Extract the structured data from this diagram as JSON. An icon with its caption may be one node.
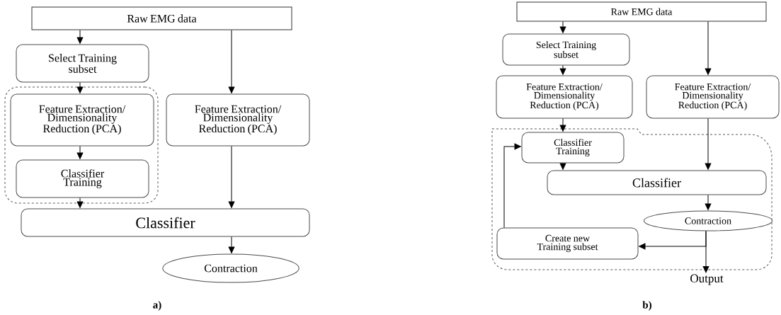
{
  "diagram": {
    "nodes": [
      {
        "text": [
          "Raw EMG data"
        ]
      },
      {
        "text": [
          "Select Training subset"
        ]
      },
      {
        "text": [],
        "shape": "box"
      },
      {
        "text": [
          "Feature Extraction/ Dimensionality Reduction (PCA)"
        ],
        "in": 2
      },
      {
        "text": [
          "Classifier Training"
        ],
        "in": 2
      },
      {
        "text": [
          "Feature Extraction/ Dimensionality Reduction (PCA)"
        ]
      },
      {
        "text": [
          "Classifier"
        ]
      },
      {
        "text": [
          "Contraction"
        ]
      },
      {
        "text": [
          "Raw EMG data"
        ]
      },
      {
        "text": [
          "Select Training subset"
        ]
      },
      {
        "text": [
          "Feature Extraction/ Dimensionality Reduction (PCA)"
        ]
      },
      {
        "text": [
          "Feature Extraction/ Dimensionality Reduction (PCA)"
        ]
      },
      {
        "text": [],
        "shape": "box"
      },
      {
        "text": [
          "Classifier Training"
        ],
        "in": 12
      },
      {
        "text": [
          "Classifier"
        ],
        "in": 12
      },
      {
        "text": [
          "Contraction"
        ],
        "in": 12
      },
      {
        "text": [
          "Create new Training subset"
        ],
        "in": 12
      },
      {
        "text": [
          "Output"
        ]
      }
    ],
    "edges": [
      {
        "from": 0,
        "to": 1,
        "arrow": "to"
      },
      {
        "from": 0,
        "to": 5,
        "arrow": "to"
      },
      {
        "from": 1,
        "to": 3,
        "arrow": "to"
      },
      {
        "from": 3,
        "to": 4,
        "arrow": "to"
      },
      {
        "from": 4,
        "to": 6,
        "arrow": "to"
      },
      {
        "from": 5,
        "to": 6,
        "arrow": "to"
      },
      {
        "from": 6,
        "to": 7,
        "arrow": "to"
      },
      {
        "from": 8,
        "to": 9,
        "arrow": "to"
      },
      {
        "from": 8,
        "to": 11,
        "arrow": "to"
      },
      {
        "from": 9,
        "to": 10,
        "arrow": "to"
      },
      {
        "from": 10,
        "to": 13,
        "arrow": "to"
      },
      {
        "from": 11,
        "to": 14,
        "arrow": "to"
      },
      {
        "from": 13,
        "to": 14,
        "arrow": "to"
      },
      {
        "from": 14,
        "to": 15,
        "arrow": "to"
      },
      {
        "from": 15,
        "to": 16,
        "arrow": "to"
      },
      {
        "from": 15,
        "to": 17,
        "arrow": "to"
      },
      {
        "from": 16,
        "to": 13,
        "arrow": "to"
      }
    ],
    "labels": [
      "a)",
      "b)"
    ]
  }
}
